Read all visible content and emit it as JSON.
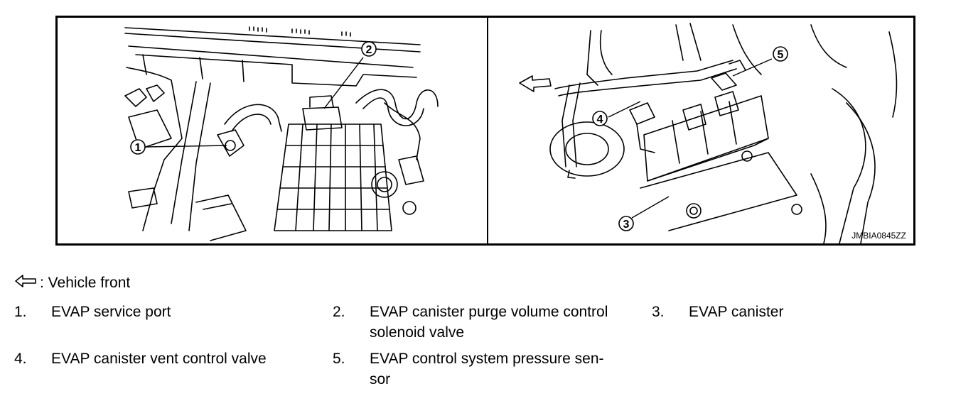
{
  "figure": {
    "code": "JMBIA0845ZZ",
    "callouts": [
      "1",
      "2",
      "3",
      "4",
      "5"
    ]
  },
  "legend": {
    "key_icon": "hollow-arrow-left-icon",
    "key_text": ": Vehicle front"
  },
  "items": [
    {
      "num": "1.",
      "line1": "EVAP service port",
      "line2": ""
    },
    {
      "num": "2.",
      "line1": "EVAP canister purge volume control",
      "line2": "solenoid valve"
    },
    {
      "num": "3.",
      "line1": "EVAP canister",
      "line2": ""
    },
    {
      "num": "4.",
      "line1": "EVAP canister vent control valve",
      "line2": ""
    },
    {
      "num": "5.",
      "line1": "EVAP control system pressure sen-",
      "line2": "sor"
    }
  ]
}
